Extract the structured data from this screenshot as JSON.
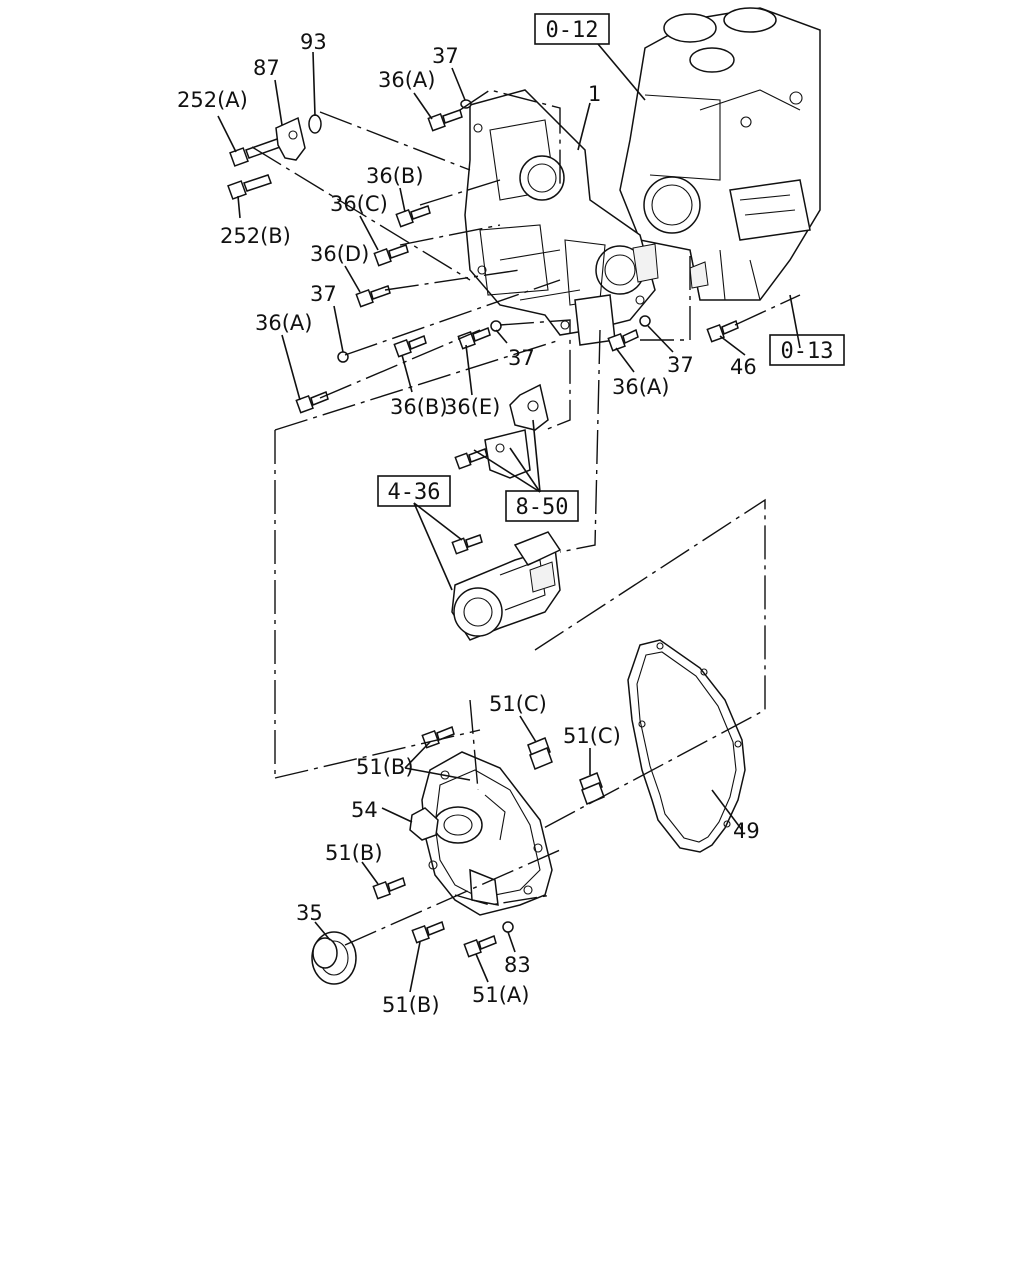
{
  "references": {
    "ref_0_12": "0-12",
    "ref_0_13": "0-13",
    "ref_4_36": "4-36",
    "ref_8_50": "8-50"
  },
  "callouts": {
    "c_93": "93",
    "c_87": "87",
    "c_252a": "252(A)",
    "c_252b": "252(B)",
    "c_37_top": "37",
    "c_36a_top": "36(A)",
    "c_1": "1",
    "c_36b_top": "36(B)",
    "c_36c": "36(C)",
    "c_36d": "36(D)",
    "c_37_left": "37",
    "c_36a_left": "36(A)",
    "c_36b_mid": "36(B)",
    "c_36e": "36(E)",
    "c_37_mid": "37",
    "c_37_right": "37",
    "c_36a_right": "36(A)",
    "c_46": "46",
    "c_51c_left": "51(C)",
    "c_51c_right": "51(C)",
    "c_51b_top": "51(B)",
    "c_54": "54",
    "c_51b_mid": "51(B)",
    "c_49": "49",
    "c_35": "35",
    "c_83": "83",
    "c_51b_bottom": "51(B)",
    "c_51a": "51(A)"
  }
}
